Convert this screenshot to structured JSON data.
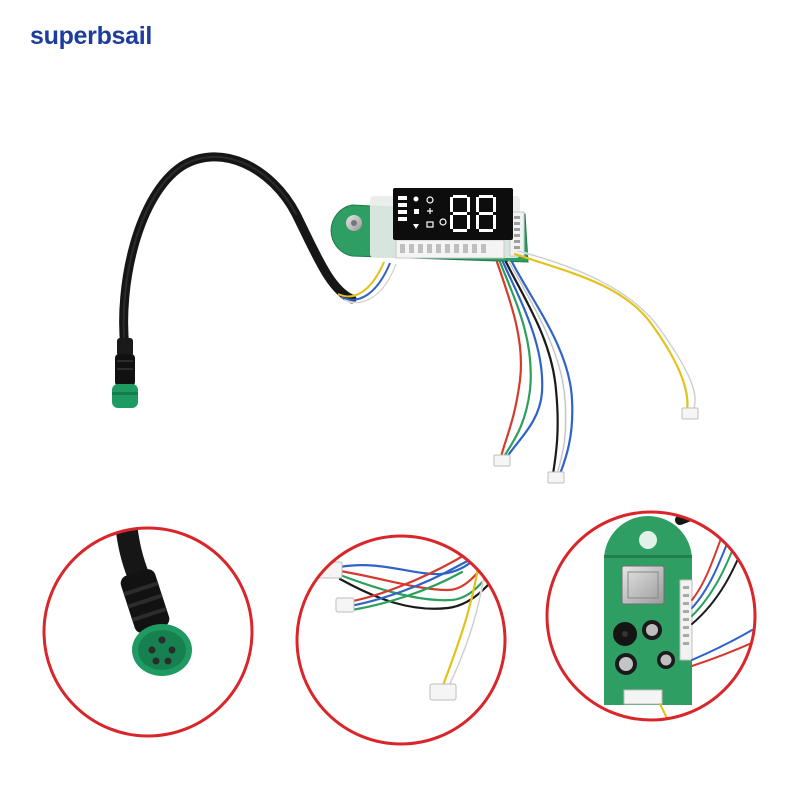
{
  "brand": {
    "logo_text": "superbsail",
    "logo_color": "#1e3c9e"
  },
  "colors": {
    "background": "#ffffff",
    "pcb_green": "#2e9e63",
    "inset_border": "#d8262a",
    "cable_black": "#161616",
    "connector_green": "#1f9a62"
  },
  "scene": {
    "main_product": "scooter-dashboard-display-board-with-cable",
    "detail_insets": [
      "connector-plug-detail",
      "wire-connectors-detail",
      "pcb-back-detail"
    ]
  }
}
